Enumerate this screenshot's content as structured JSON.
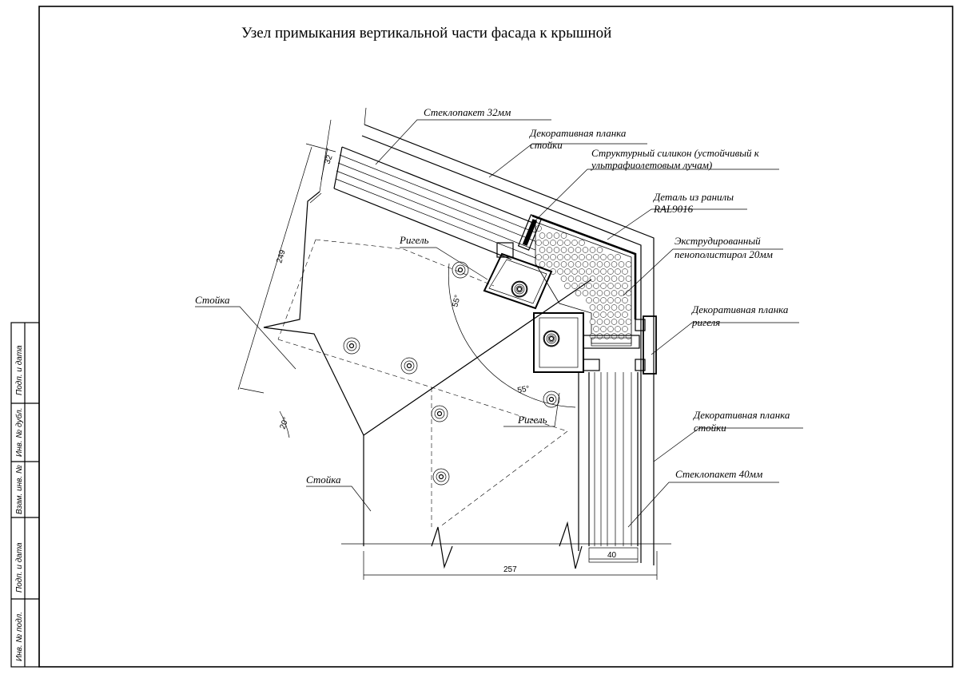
{
  "title": "Узел примыкания вертикальной части фасада к крышной",
  "labels": {
    "glass_32": "Стеклопакет 32мм",
    "deco_post_top_1": "Декоративная планка",
    "deco_post_top_2": "стойки",
    "silicone_1": "Структурный силикон (устойчивый к",
    "silicone_2": "ультрафиолетовым лучам)",
    "ranila_1": "Деталь из ранилы",
    "ranila_2": "RAL9016",
    "eps_1": "Экструдированный",
    "eps_2": "пенополистирол 20мм",
    "deco_rigel_1": "Декоративная планка",
    "deco_rigel_2": "ригеля",
    "deco_post_right_1": "Декоративная планка",
    "deco_post_right_2": "стойки",
    "glass_40": "Стеклопакет 40мм",
    "rigel_top": "Ригель",
    "rigel_bottom": "Ригель",
    "post_left": "Стойка",
    "post_bottom": "Стойка"
  },
  "dimensions": {
    "d32": "32",
    "d249": "249",
    "d257": "257",
    "d40": "40",
    "angle_top": "55°",
    "angle_bottom": "55°",
    "angle_left": "20°"
  },
  "stamp": {
    "s1": "Подп. и дата",
    "s2": "Инв. № дубл.",
    "s3": "Взам. инв. №",
    "s4": "Подп. и дата",
    "s5": "Инв. № подл."
  }
}
